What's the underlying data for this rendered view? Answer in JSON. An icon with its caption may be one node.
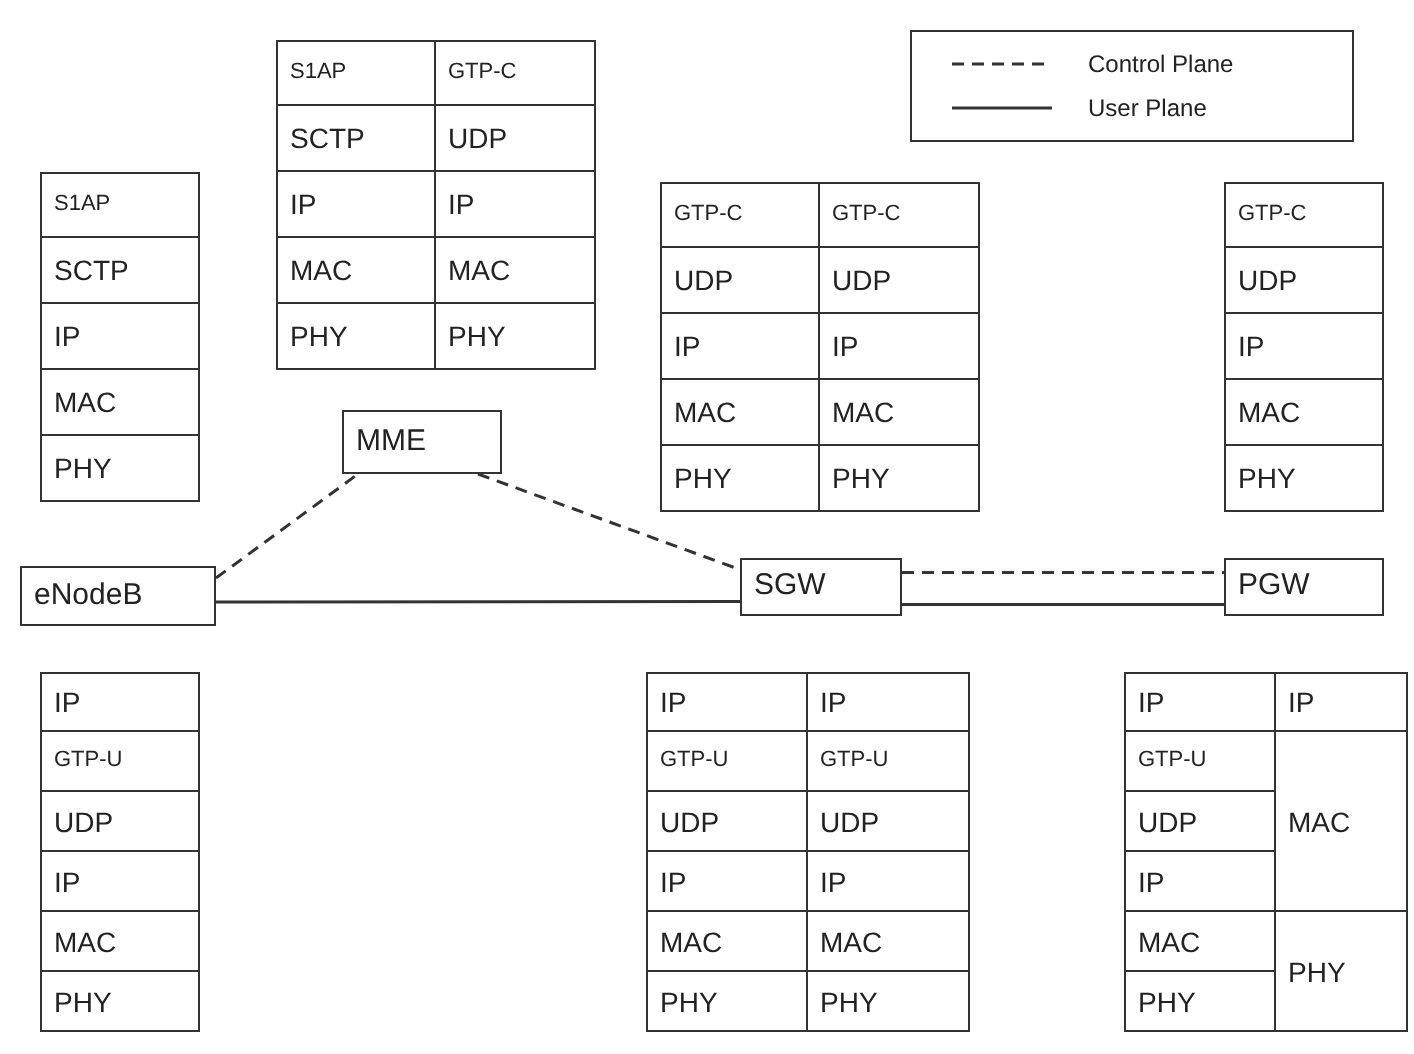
{
  "diagram": {
    "nodes": [
      {
        "text": [
          "MME"
        ]
      },
      {
        "text": [
          "eNodeB"
        ]
      },
      {
        "text": [
          "SGW"
        ]
      },
      {
        "text": [
          "PGW"
        ]
      }
    ],
    "edges": [
      {
        "from": 1,
        "to": 0,
        "arrow": "none",
        "style": "dashed"
      },
      {
        "from": 0,
        "to": 2,
        "arrow": "none",
        "style": "dashed"
      },
      {
        "from": 1,
        "to": 2,
        "arrow": "none"
      },
      {
        "from": 2,
        "to": 3,
        "arrow": "none",
        "style": "dashed"
      },
      {
        "from": 2,
        "to": 3,
        "arrow": "none"
      }
    ],
    "labels": [
      "S1AP",
      "GTP-C",
      "SCTP",
      "UDP",
      "IP",
      "IP",
      "MAC",
      "MAC",
      "PHY",
      "PHY",
      "S1AP",
      "SCTP",
      "IP",
      "MAC",
      "PHY",
      "GTP-C",
      "GTP-C",
      "UDP",
      "UDP",
      "IP",
      "IP",
      "MAC",
      "MAC",
      "PHY",
      "PHY",
      "GTP-C",
      "UDP",
      "IP",
      "MAC",
      "PHY",
      "IP",
      "GTP-U",
      "UDP",
      "IP",
      "MAC",
      "PHY",
      "IP",
      "IP",
      "GTP-U",
      "GTP-U",
      "UDP",
      "UDP",
      "IP",
      "IP",
      "MAC",
      "MAC",
      "PHY",
      "PHY",
      "IP",
      "IP",
      "GTP-U",
      "UDP",
      "MAC",
      "IP",
      "MAC",
      "PHY",
      "PHY"
    ],
    "legend": [
      {
        "text": "Control Plane"
      },
      {
        "text": "User Plane"
      }
    ]
  }
}
